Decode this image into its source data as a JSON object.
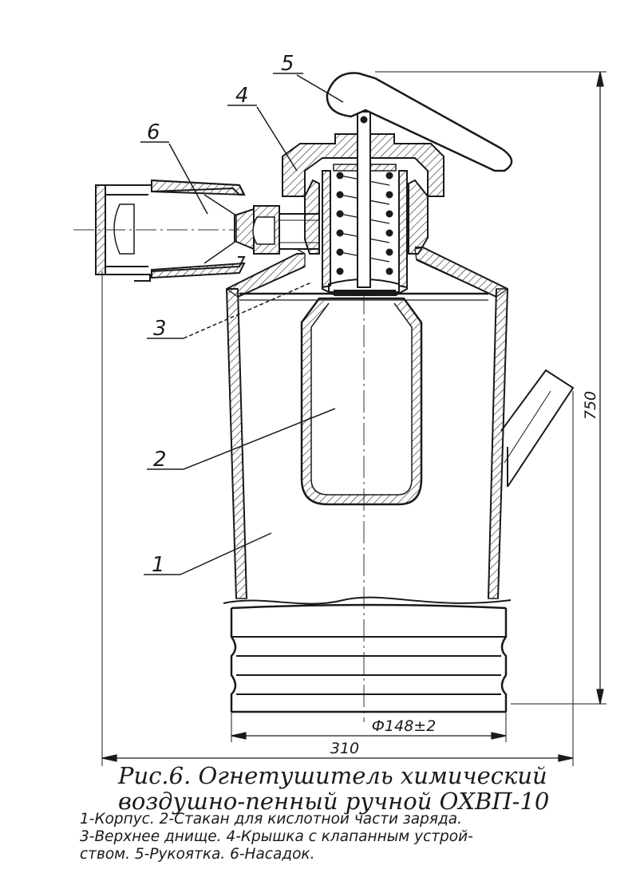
{
  "figure": {
    "callouts": {
      "c1": "1",
      "c2": "2",
      "c3": "3",
      "c4": "4",
      "c5": "5",
      "c6": "6"
    },
    "dimensions": {
      "height": "750",
      "width": "310",
      "diameter": "Ф148±2"
    }
  },
  "caption": {
    "title_line1": "Рис.6. Огнетушитель химический",
    "title_line2": "воздушно-пенный ручной ОХВП-10",
    "legend_line1": "1-Корпус. 2-Стакан для кислотной части заряда.",
    "legend_line2": "3-Верхнее днище. 4-Крышка с клапанным устрой-",
    "legend_line3": "ством. 5-Рукоятка. 6-Насадок."
  }
}
